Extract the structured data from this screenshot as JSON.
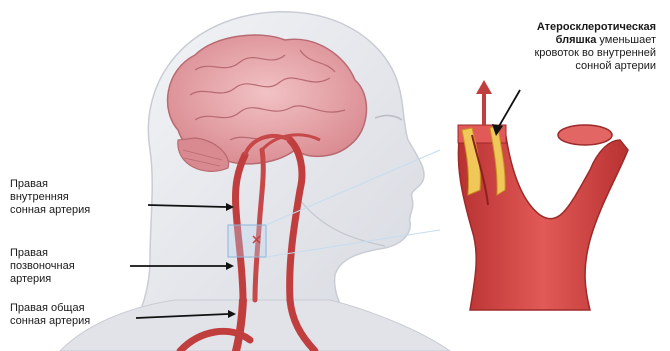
{
  "labels": {
    "internal_carotid": [
      "Правая",
      "внутренняя",
      "сонная артерия"
    ],
    "vertebral": [
      "Правая",
      "позвоночная",
      "артерия"
    ],
    "common_carotid": [
      "Правая общая",
      "сонная артерия"
    ]
  },
  "callout": {
    "line1": "Атеросклеротическая",
    "line2_bold": "бляшка",
    "line2_rest": " уменьшает",
    "line3": "кровоток во внутренней",
    "line4": "сонной артерии"
  },
  "colors": {
    "artery": "#d64545",
    "artery_dark": "#b02f2f",
    "brain": "#e8a3a8",
    "skin": "#e4e6ec",
    "plaque": "#f0c85a",
    "text": "#1a1a1a"
  }
}
